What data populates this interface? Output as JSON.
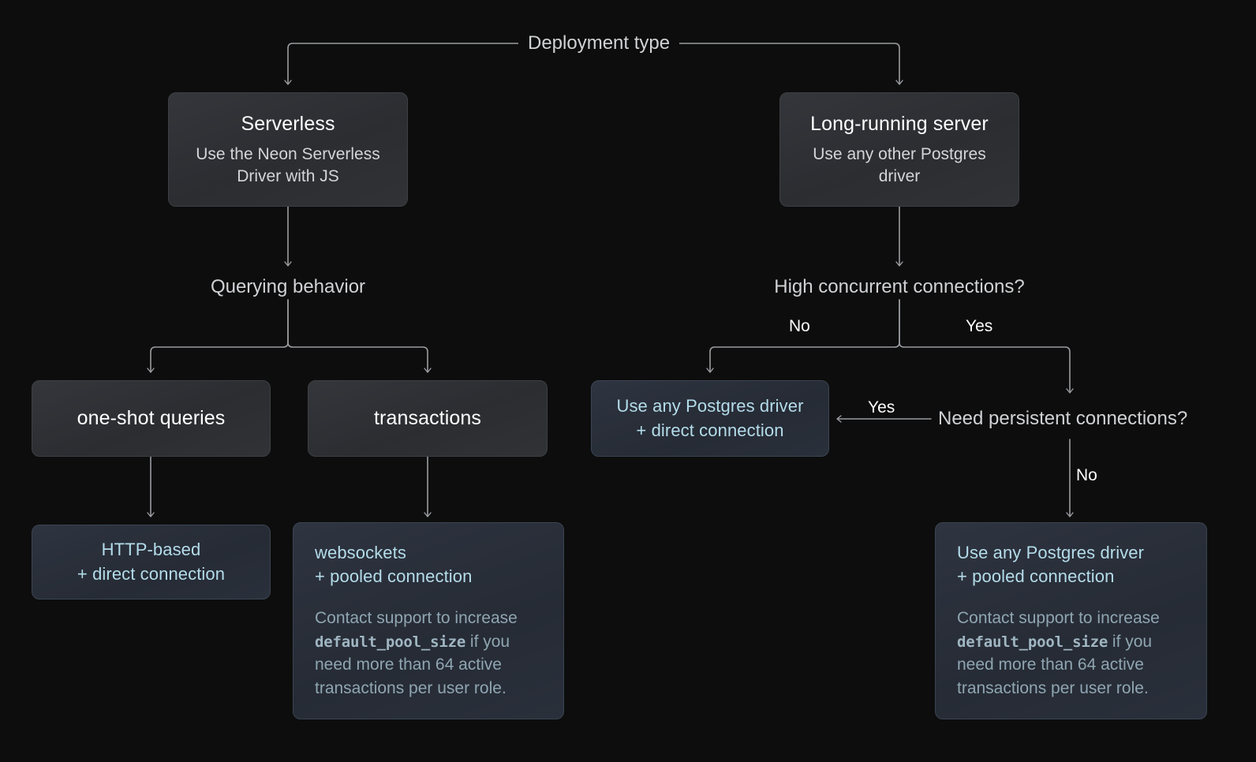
{
  "diagram": {
    "title": "Deployment type",
    "colors": {
      "background": "#0d0d0d",
      "gray_node": "#2b2d31",
      "blue_node": "#262b35",
      "blue_text": "#b4dcea",
      "note_text": "#8fa6b2",
      "connector": "#9a9ca0",
      "label_text": "#ffffff"
    },
    "root_label": "Deployment type",
    "nodes": {
      "serverless": {
        "title": "Serverless",
        "subtitle": "Use the Neon Serverless Driver with JS"
      },
      "long_running": {
        "title": "Long-running server",
        "subtitle": "Use any other Postgres driver"
      },
      "querying_behavior": {
        "label": "Querying behavior"
      },
      "high_concurrent": {
        "label": "High concurrent connections?"
      },
      "one_shot": {
        "title": "one-shot queries"
      },
      "transactions": {
        "title": "transactions"
      },
      "need_persistent": {
        "label": "Need persistent connections?"
      },
      "http_based": {
        "line1": "HTTP-based",
        "line2": "+ direct connection"
      },
      "websockets": {
        "line1": "websockets",
        "line2": "+ pooled connection",
        "note_before": "Contact support to increase ",
        "note_code": "default_pool_size",
        "note_after": " if you need more than 64 active transactions per user role."
      },
      "direct_driver": {
        "line1": "Use any Postgres driver",
        "line2": "+ direct connection"
      },
      "pooled_driver": {
        "line1": "Use any Postgres driver",
        "line2": "+ pooled connection",
        "note_before": "Contact support to increase ",
        "note_code": "default_pool_size",
        "note_after": " if you need more than 64 active transactions per user role."
      }
    },
    "edge_labels": {
      "concurrent_no": "No",
      "concurrent_yes": "Yes",
      "persistent_yes": "Yes",
      "persistent_no": "No"
    }
  }
}
